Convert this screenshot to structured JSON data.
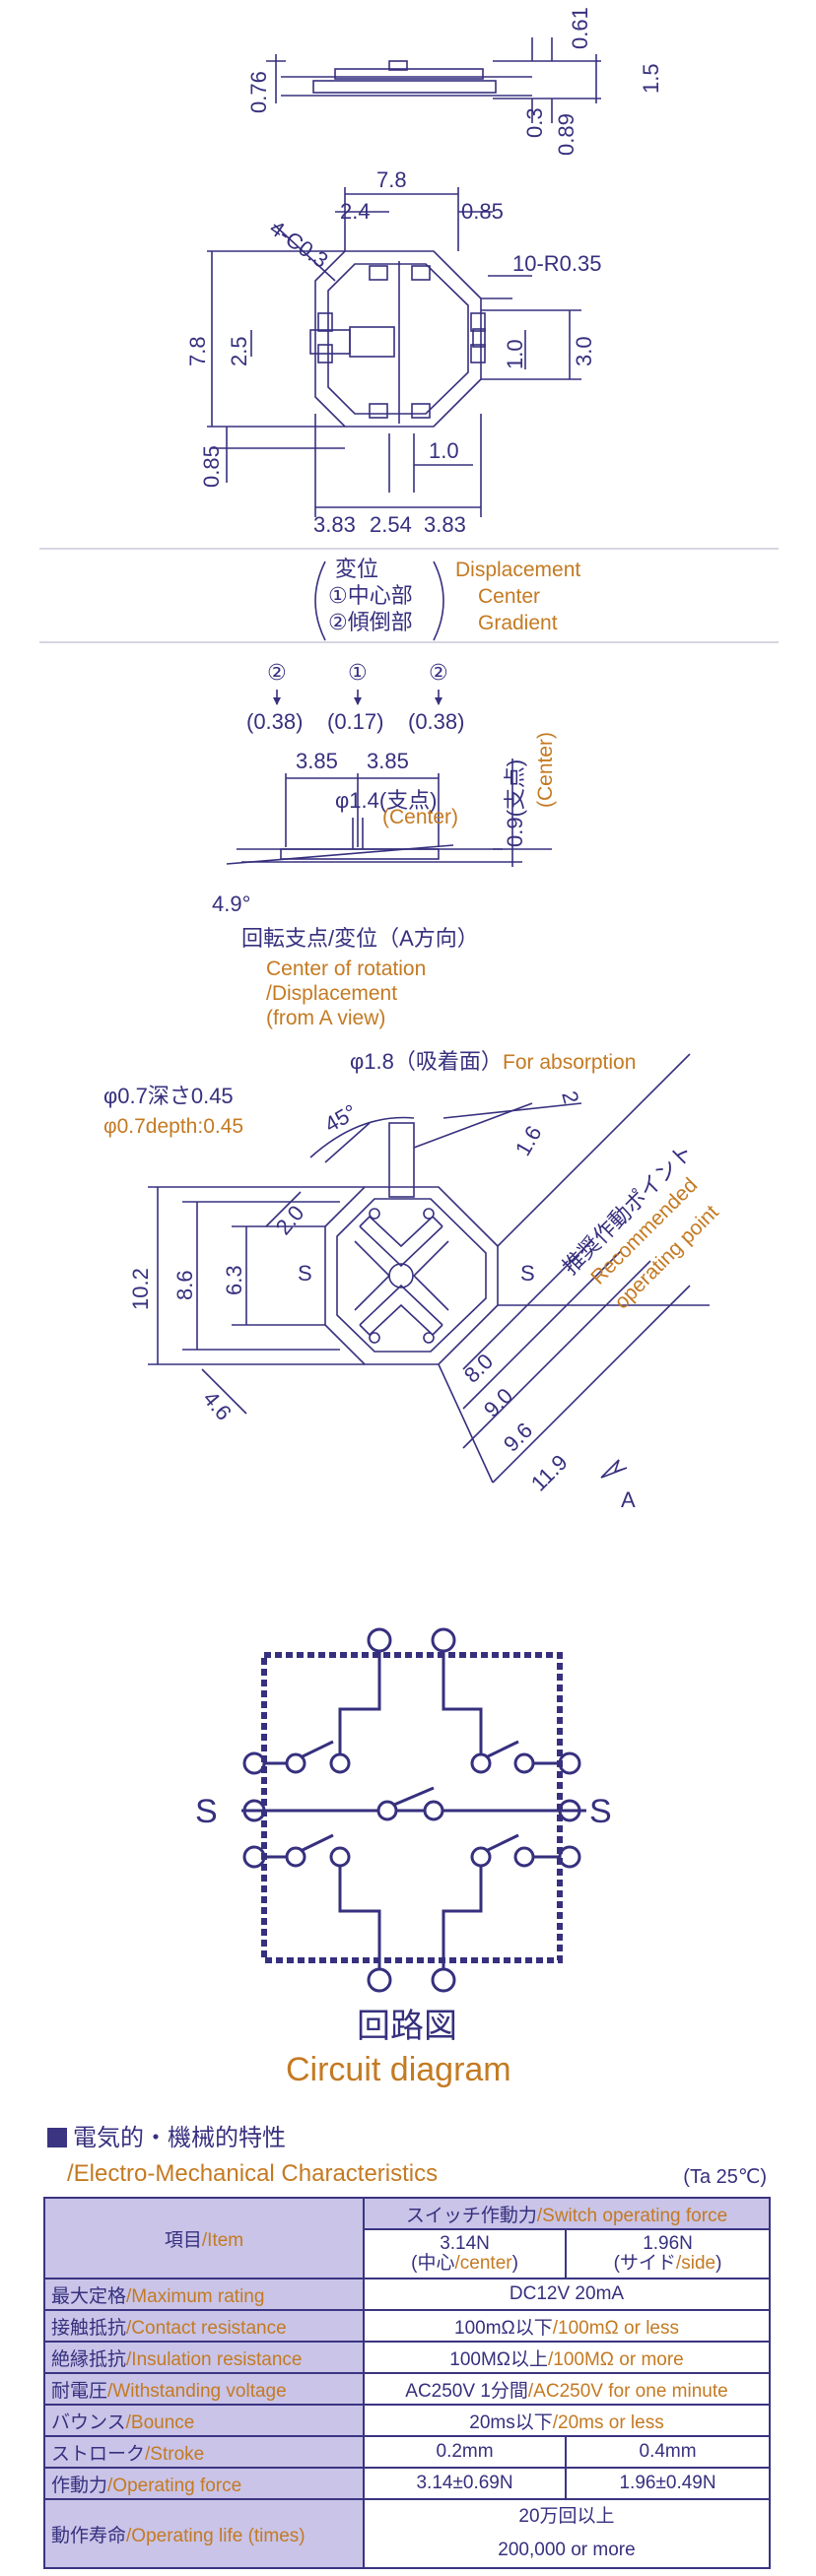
{
  "side_view": {
    "dims": [
      "0.76",
      "0.61",
      "1.5",
      "0.3",
      "0.89"
    ]
  },
  "top_view": {
    "dims": [
      "7.8",
      "2.4",
      "0.85",
      "4-C0.3",
      "10-R0.35",
      "7.8",
      "2.5",
      "1.0",
      "3.0",
      "0.85",
      "1.0",
      "3.83",
      "2.54",
      "3.83"
    ]
  },
  "displacement_legend": {
    "jp_title": "変位",
    "jp_center": "①中心部",
    "jp_gradient": "②傾倒部",
    "en_title": "Displacement",
    "en_center": "Center",
    "en_gradient": "Gradient"
  },
  "rotation_view": {
    "markers": [
      "②",
      "①",
      "②"
    ],
    "values": [
      "(0.38)",
      "(0.17)",
      "(0.38)"
    ],
    "dims": [
      "3.85",
      "3.85",
      "φ1.4(支点)",
      "(Center)",
      "0.9(支点)",
      "(Center)",
      "4.9°"
    ],
    "caption_jp": "回転支点/変位（A方向）",
    "caption_en_1": "Center of rotation",
    "caption_en_2": "/Displacement",
    "caption_en_3": "(from A view)"
  },
  "mounting_view": {
    "absorption_jp": "φ1.8（吸着面）",
    "absorption_en": "For absorption",
    "hole_jp": "φ0.7深さ0.45",
    "hole_en": "φ0.7depth:0.45",
    "angle": "45°",
    "dims": [
      "2",
      "1.6",
      "2.0",
      "10.2",
      "8.6",
      "6.3",
      "4.6",
      "8.0",
      "9.0",
      "9.6",
      "11.9"
    ],
    "s_label": "S",
    "recommended_jp": "推奨作動ポイント",
    "recommended_en_1": "Recommended",
    "recommended_en_2": "operating point",
    "arrow_label": "A"
  },
  "circuit": {
    "s_label": "S",
    "title_jp": "回路図",
    "title_en": "Circuit diagram"
  },
  "characteristics": {
    "title_jp": "電気的・機械的特性",
    "title_en": "/Electro-Mechanical Characteristics",
    "temp_note": "(Ta 25℃)",
    "head": {
      "item_jp": "項目",
      "item_en": "/Item",
      "force_jp": "スイッチ作動力",
      "force_en": "/Switch operating force",
      "col1_val": "3.14N",
      "col1_sub_jp": "(中心",
      "col1_sub_en": "/center",
      "col1_close": ")",
      "col2_val": "1.96N",
      "col2_sub_jp": "(サイド",
      "col2_sub_en": "/side",
      "col2_close": ")"
    },
    "rows": [
      {
        "jp": "最大定格",
        "en": "/Maximum rating",
        "v_jp": "DC12V 20mA",
        "v_en": ""
      },
      {
        "jp": "接触抵抗",
        "en": "/Contact resistance",
        "v_jp": "100mΩ以下",
        "v_en": "/100mΩ or less"
      },
      {
        "jp": "絶縁抵抗",
        "en": "/Insulation resistance",
        "v_jp": "100MΩ以上",
        "v_en": "/100MΩ or more"
      },
      {
        "jp": "耐電圧",
        "en": "/Withstanding voltage",
        "v_jp": "AC250V 1分間",
        "v_en": "/AC250V for one minute"
      },
      {
        "jp": "バウンス",
        "en": "/Bounce",
        "v_jp": "20ms以下",
        "v_en": "/20ms or less"
      }
    ],
    "stroke": {
      "jp": "ストローク",
      "en": "/Stroke",
      "v1": "0.2mm",
      "v2": "0.4mm"
    },
    "force": {
      "jp": "作動力",
      "en": "/Operating force",
      "v1": "3.14±0.69N",
      "v2": "1.96±0.49N"
    },
    "life": {
      "jp": "動作寿命",
      "en": "/Operating life (times)",
      "v1": "20万回以上",
      "v2": "200,000 or more"
    }
  },
  "colors": {
    "navy": "#36307e",
    "orange": "#c47a22",
    "table_header": "#c9c4e8"
  }
}
